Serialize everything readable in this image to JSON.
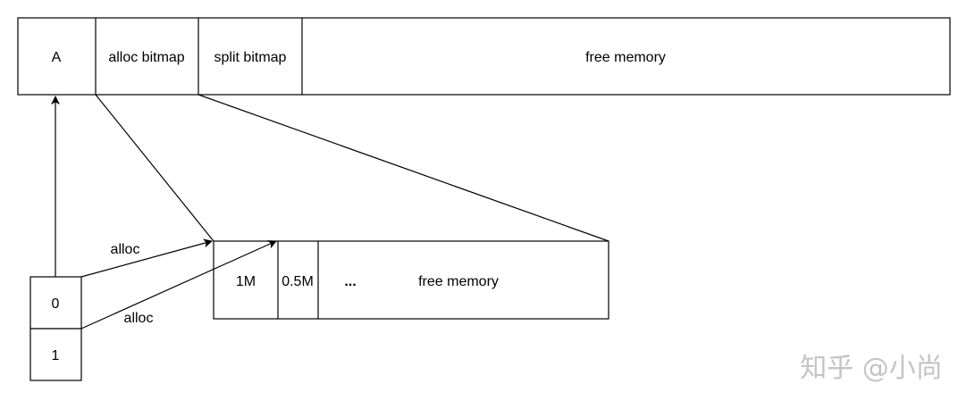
{
  "memory_layout": {
    "cells": [
      "A",
      "alloc bitmap",
      "split bitmap",
      "free memory"
    ]
  },
  "free_region": {
    "cells": [
      "1M",
      "0.5M",
      "...",
      "free memory"
    ]
  },
  "index_list": {
    "cells": [
      "0",
      "1"
    ]
  },
  "edges": {
    "alloc_from_0": "alloc",
    "alloc_from_1": "alloc"
  },
  "watermark": "知乎 @小尚",
  "colors": {
    "stroke": "#000000",
    "background": "#ffffff",
    "watermark": "#c4c4c4"
  }
}
